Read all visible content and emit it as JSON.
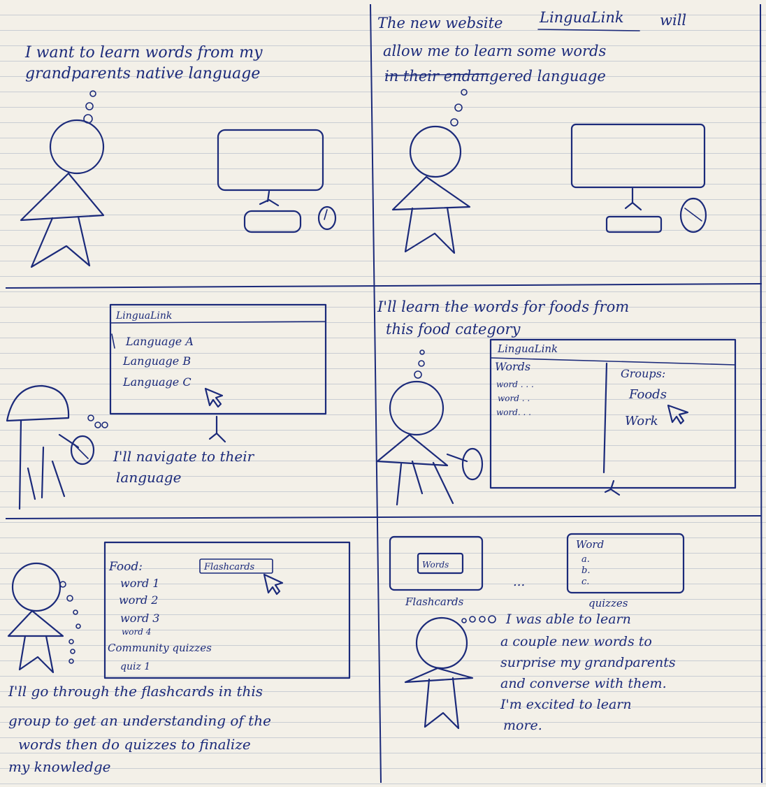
{
  "panel1": {
    "caption_line1": "I want to learn words from my",
    "caption_line2": "grandparents native language"
  },
  "panel2": {
    "caption_line1_a": "The new website",
    "caption_brand": "LinguaLink",
    "caption_line1_b": "will",
    "caption_line2": "allow me to learn some words",
    "caption_line3": "in their endangered language"
  },
  "panel3": {
    "window_title": "LinguaLink",
    "languages": [
      "Language A",
      "Language B",
      "Language C"
    ],
    "caption_line1": "I'll navigate to their",
    "caption_line2": "language"
  },
  "panel4": {
    "caption_line1": "I'll learn the words for foods from",
    "caption_line2": "this food category",
    "window_title": "LinguaLink",
    "words_header": "Words",
    "words": [
      "word . . .",
      "word . .",
      "word. . ."
    ],
    "groups_header": "Groups:",
    "groups": [
      "Foods",
      "Work"
    ]
  },
  "panel5": {
    "section_title": "Food:",
    "flashcards_button": "Flashcards",
    "words": [
      "word 1",
      "word 2",
      "word 3",
      "word 4"
    ],
    "quiz_section": "Community quizzes",
    "quizzes": [
      "quiz 1"
    ],
    "caption_line1": "I'll go through the flashcards in this",
    "caption_line2": "group to get an understanding of the",
    "caption_line3": "words then do quizzes to finalize",
    "caption_line4": "my knowledge"
  },
  "panel6": {
    "flashcard_text": "Words",
    "flashcards_label": "Flashcards",
    "ellipsis": "...",
    "quiz_title": "Word",
    "quiz_options": [
      "a.",
      "b.",
      "c."
    ],
    "quizzes_label": "quizzes",
    "caption_line1": "I was able to learn",
    "caption_line2": "a couple new words to",
    "caption_line3": "surprise my grandparents",
    "caption_line4": "and converse with them.",
    "caption_line5": "I'm excited to learn",
    "caption_line6": "more."
  },
  "colors": {
    "ink": "#1b2a7a",
    "paper": "#f3f0e8",
    "rule": "#c9cdd3"
  }
}
